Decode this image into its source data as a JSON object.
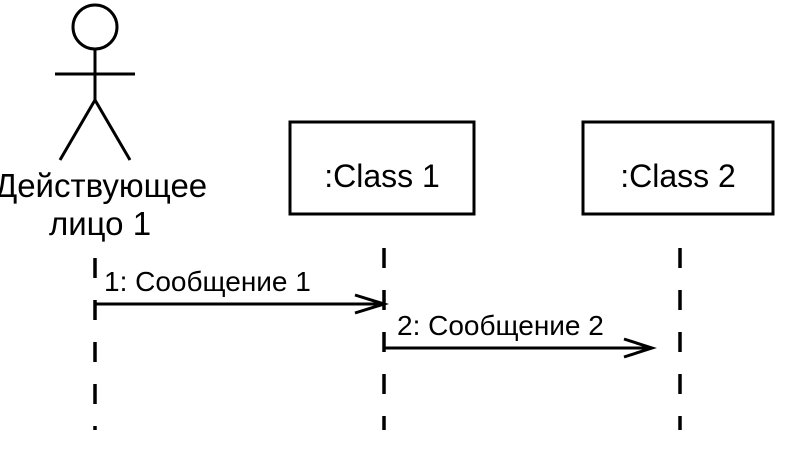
{
  "actor": {
    "label_line1": "Действующее",
    "label_line2": "лицо 1"
  },
  "objects": [
    {
      "label": ":Class 1"
    },
    {
      "label": ":Class 2"
    }
  ],
  "messages": [
    {
      "label": "1: Сообщение 1",
      "from": "actor",
      "to": ":Class 1"
    },
    {
      "label": "2: Сообщение 2",
      "from": ":Class 1",
      "to": ":Class 2"
    }
  ]
}
